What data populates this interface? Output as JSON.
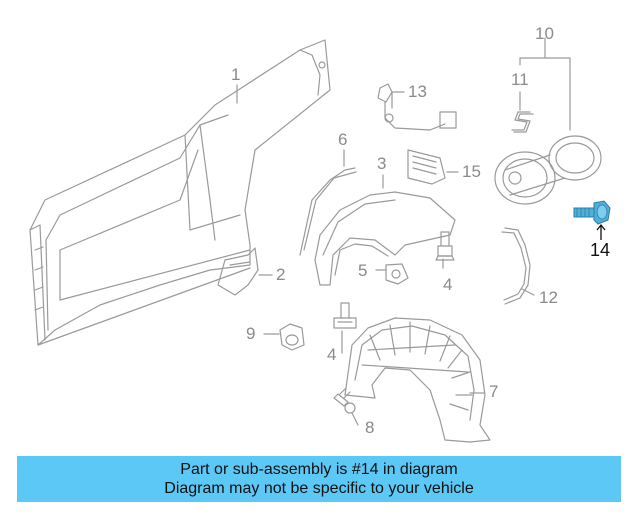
{
  "callouts": [
    "1",
    "2",
    "3",
    "4",
    "4",
    "5",
    "6",
    "7",
    "8",
    "9",
    "10",
    "11",
    "12",
    "13",
    "14",
    "15"
  ],
  "highlight": {
    "part": "14",
    "color": "#5bc8f5"
  },
  "banner": {
    "line1": "Part or sub-assembly is #14 in diagram",
    "line2": "Diagram may not be specific to your vehicle",
    "background": "#5bc8f5"
  },
  "colors": {
    "lines": "#9a9a9a",
    "labels": "#8a8a8a",
    "highlight_part": "#4fb0d8"
  }
}
